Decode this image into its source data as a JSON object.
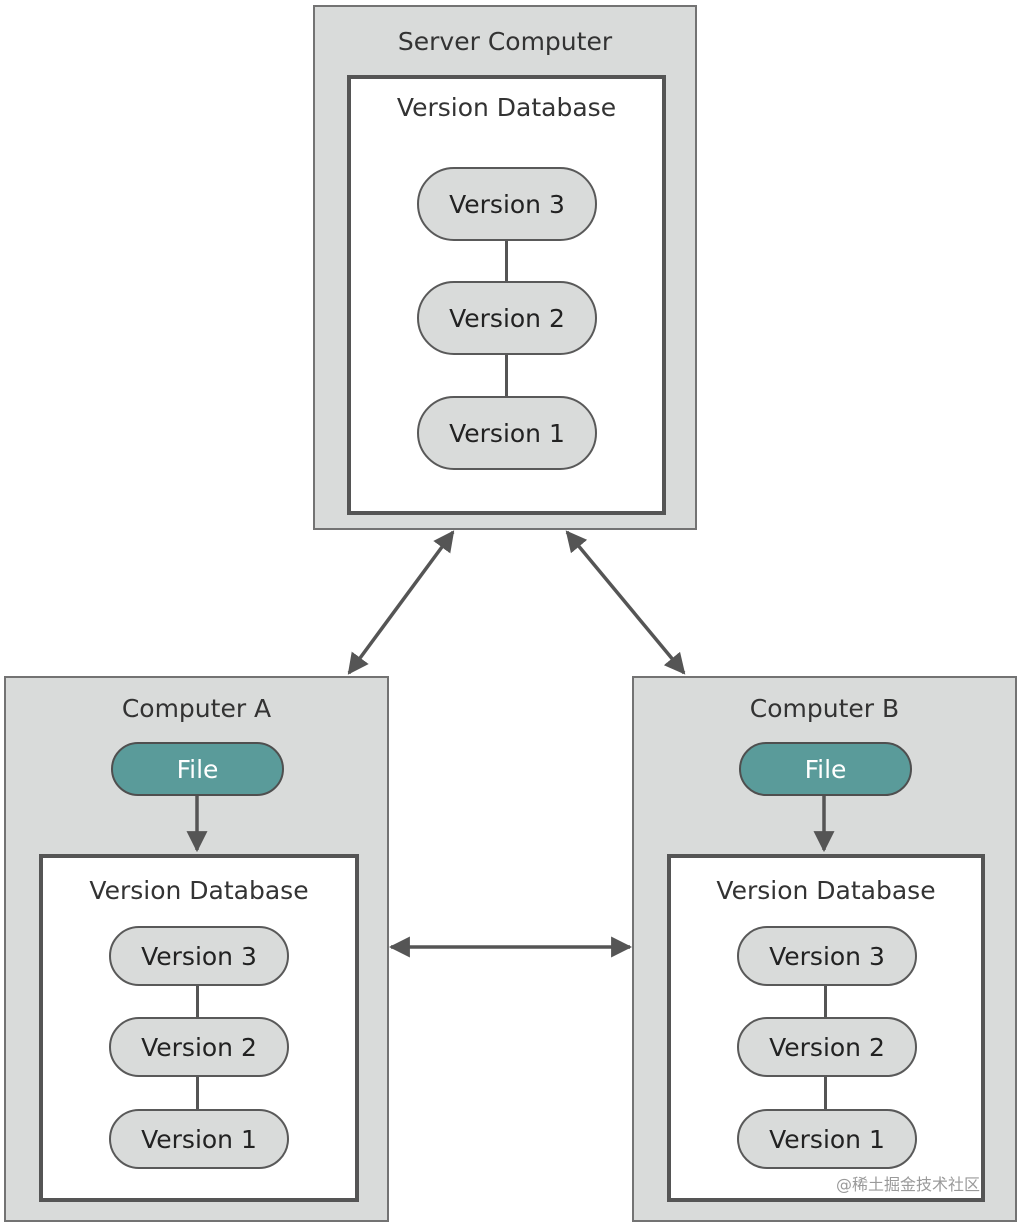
{
  "server": {
    "title": "Server Computer",
    "database_title": "Version Database",
    "versions": [
      "Version 3",
      "Version 2",
      "Version 1"
    ]
  },
  "computer_a": {
    "title": "Computer A",
    "file_label": "File",
    "database_title": "Version Database",
    "versions": [
      "Version 3",
      "Version 2",
      "Version 1"
    ]
  },
  "computer_b": {
    "title": "Computer B",
    "file_label": "File",
    "database_title": "Version Database",
    "versions": [
      "Version 3",
      "Version 2",
      "Version 1"
    ]
  },
  "colors": {
    "box_fill": "#d9dbda",
    "border": "#555555",
    "file_fill": "#5a9b9a",
    "arrow": "#555555"
  },
  "watermark": "@稀土掘金技术社区"
}
